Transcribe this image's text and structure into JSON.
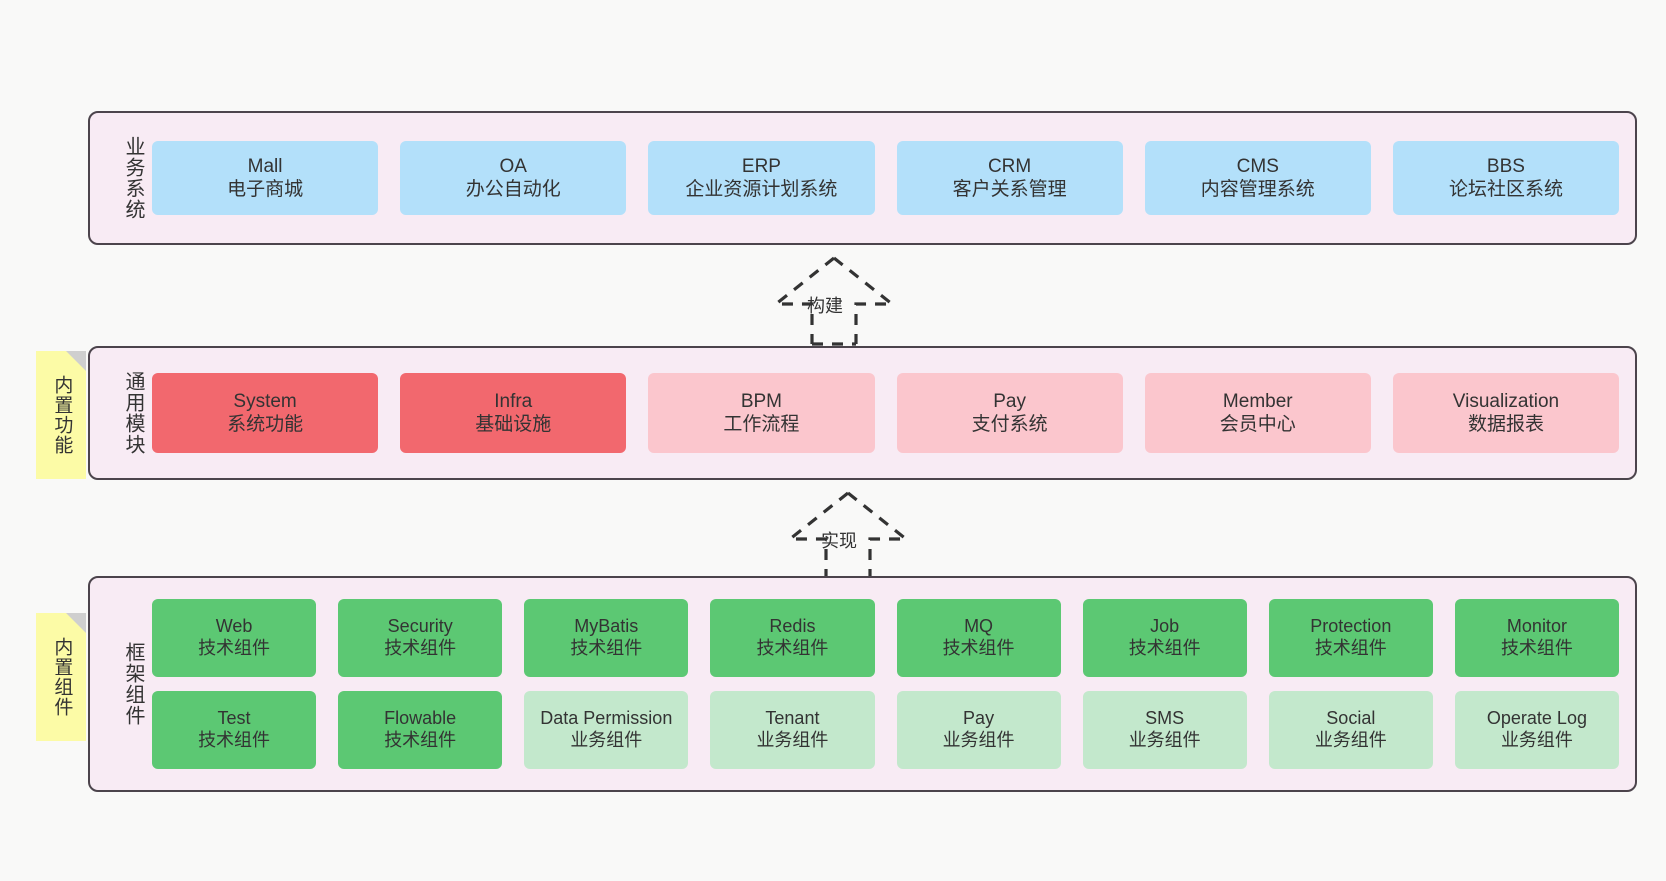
{
  "diagram": {
    "background_color": "#f9f9f8",
    "layer_fill": "#f8ebf4",
    "layer_border": "#4c444c",
    "sticky_color": "#fcfba6"
  },
  "layers": [
    {
      "id": "business",
      "label": "业务系统",
      "cell_color": "#b3e0fa",
      "rows": [
        [
          {
            "name": "Mall",
            "desc": "电子商城",
            "color": "#b3e0fa"
          },
          {
            "name": "OA",
            "desc": "办公自动化",
            "color": "#b3e0fa"
          },
          {
            "name": "ERP",
            "desc": "企业资源计划系统",
            "color": "#b3e0fa"
          },
          {
            "name": "CRM",
            "desc": "客户关系管理",
            "color": "#b3e0fa"
          },
          {
            "name": "CMS",
            "desc": "内容管理系统",
            "color": "#b3e0fa"
          },
          {
            "name": "BBS",
            "desc": "论坛社区系统",
            "color": "#b3e0fa"
          }
        ]
      ]
    },
    {
      "id": "common",
      "label": "通用模块",
      "sticky": "内置功能",
      "rows": [
        [
          {
            "name": "System",
            "desc": "系统功能",
            "color": "#f2686e"
          },
          {
            "name": "Infra",
            "desc": "基础设施",
            "color": "#f2686e"
          },
          {
            "name": "BPM",
            "desc": "工作流程",
            "color": "#fbc6cd"
          },
          {
            "name": "Pay",
            "desc": "支付系统",
            "color": "#fbc6cd"
          },
          {
            "name": "Member",
            "desc": "会员中心",
            "color": "#fbc6cd"
          },
          {
            "name": "Visualization",
            "desc": "数据报表",
            "color": "#fbc6cd"
          }
        ]
      ]
    },
    {
      "id": "framework",
      "label": "框架组件",
      "sticky": "内置组件",
      "rows": [
        [
          {
            "name": "Web",
            "desc": "技术组件",
            "color": "#5cc873"
          },
          {
            "name": "Security",
            "desc": "技术组件",
            "color": "#5cc873"
          },
          {
            "name": "MyBatis",
            "desc": "技术组件",
            "color": "#5cc873"
          },
          {
            "name": "Redis",
            "desc": "技术组件",
            "color": "#5cc873"
          },
          {
            "name": "MQ",
            "desc": "技术组件",
            "color": "#5cc873"
          },
          {
            "name": "Job",
            "desc": "技术组件",
            "color": "#5cc873"
          },
          {
            "name": "Protection",
            "desc": "技术组件",
            "color": "#5cc873"
          },
          {
            "name": "Monitor",
            "desc": "技术组件",
            "color": "#5cc873"
          }
        ],
        [
          {
            "name": "Test",
            "desc": "技术组件",
            "color": "#5cc873"
          },
          {
            "name": "Flowable",
            "desc": "技术组件",
            "color": "#5cc873"
          },
          {
            "name": "Data Permission",
            "desc": "业务组件",
            "color": "#c3e8cc"
          },
          {
            "name": "Tenant",
            "desc": "业务组件",
            "color": "#c3e8cc"
          },
          {
            "name": "Pay",
            "desc": "业务组件",
            "color": "#c3e8cc"
          },
          {
            "name": "SMS",
            "desc": "业务组件",
            "color": "#c3e8cc"
          },
          {
            "name": "Social",
            "desc": "业务组件",
            "color": "#c3e8cc"
          },
          {
            "name": "Operate Log",
            "desc": "业务组件",
            "color": "#c3e8cc"
          }
        ]
      ]
    }
  ],
  "arrows": [
    {
      "id": "build",
      "label": "构建",
      "style": "dashed-hollow-triangle",
      "direction": "up"
    },
    {
      "id": "impl",
      "label": "实现",
      "style": "dashed-hollow-triangle",
      "direction": "up"
    }
  ]
}
